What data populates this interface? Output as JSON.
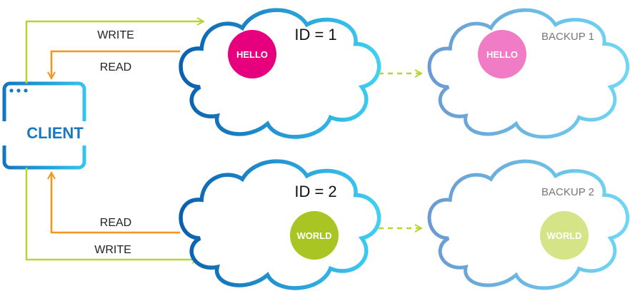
{
  "client": {
    "label": "CLIENT"
  },
  "connections": {
    "top_write": "WRITE",
    "top_read": "READ",
    "bottom_read": "READ",
    "bottom_write": "WRITE"
  },
  "primaries": [
    {
      "id_label": "ID = 1",
      "value": "HELLO",
      "color": "#e6007e"
    },
    {
      "id_label": "ID = 2",
      "value": "WORLD",
      "color": "#a9c523"
    }
  ],
  "backups": [
    {
      "label": "BACKUP 1",
      "value": "HELLO",
      "color": "#f07cc5"
    },
    {
      "label": "BACKUP 2",
      "value": "WORLD",
      "color": "#d4e487"
    }
  ],
  "colors": {
    "write": "#b8d432",
    "read": "#f7941d",
    "cloud_dark": "#0a5fae",
    "cloud_light": "#3fd0f4",
    "backup_cloud_dark": "#6a9bd2",
    "backup_cloud_light": "#6ed7f4",
    "client_blue": "#1a8fd6",
    "client_text": "#1a78c2",
    "replication": "#b8d432"
  }
}
